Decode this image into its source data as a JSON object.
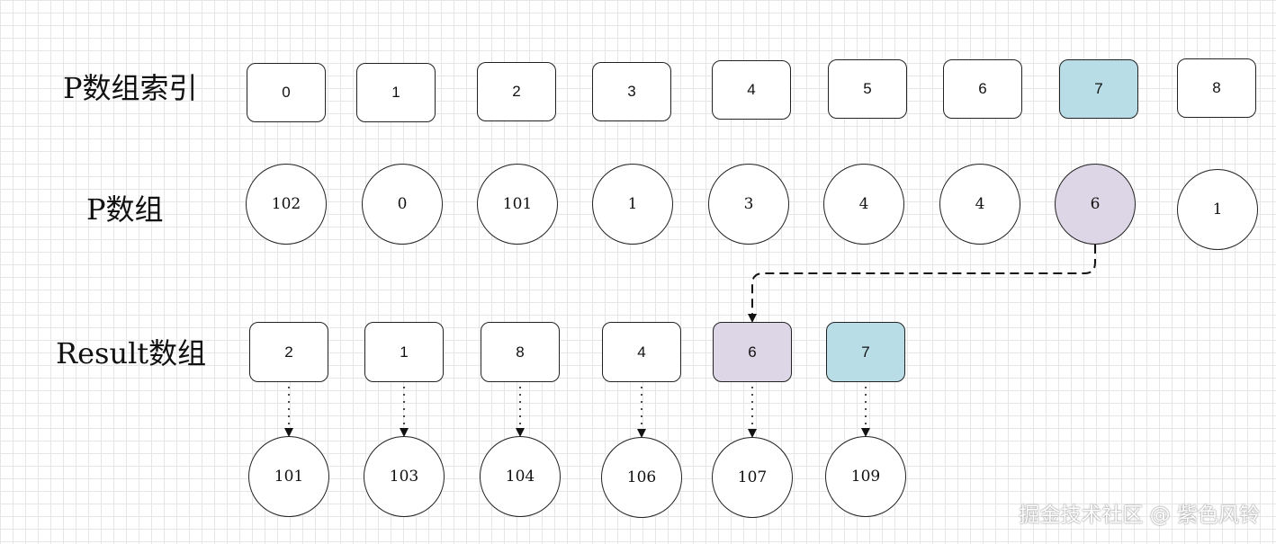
{
  "labels": {
    "index_row": "P数组索引",
    "p_row": "P数组",
    "result_row": "Result数组"
  },
  "index_boxes": [
    "0",
    "1",
    "2",
    "3",
    "4",
    "5",
    "6",
    "7",
    "8"
  ],
  "p_values": [
    "102",
    "0",
    "101",
    "1",
    "3",
    "4",
    "4",
    "6",
    "1"
  ],
  "result_boxes": [
    "2",
    "1",
    "8",
    "4",
    "6",
    "7"
  ],
  "result_values": [
    "101",
    "103",
    "104",
    "106",
    "107",
    "109"
  ],
  "highlights": {
    "index_highlight": 7,
    "p_highlight": 7,
    "result_purple": 4,
    "result_blue": 5
  },
  "colors": {
    "blue": "#b8dde6",
    "purple": "#ddd6e6",
    "stroke": "#222222"
  },
  "watermark": "掘金技术社区 @ 紫色风铃"
}
